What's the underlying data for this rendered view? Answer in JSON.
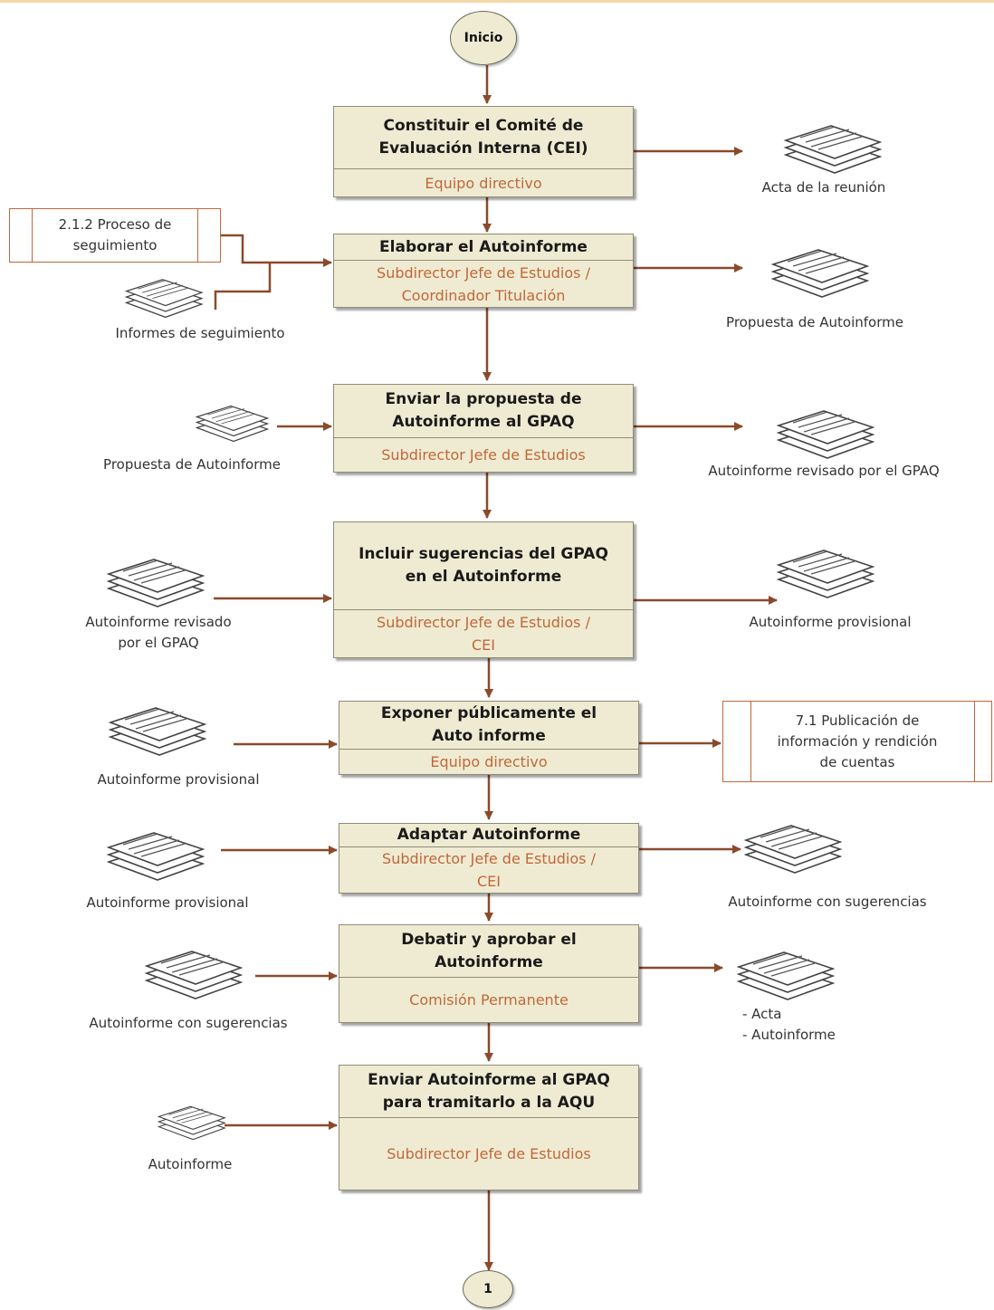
{
  "start": "Inicio",
  "end": "1",
  "steps": [
    {
      "title": "Constituir el Comité de\nEvaluación Interna (CEI)",
      "role": "Equipo directivo"
    },
    {
      "title": "Elaborar el Autoinforme",
      "role": "Subdirector Jefe de Estudios /\nCoordinador Titulación"
    },
    {
      "title": "Enviar la propuesta de\nAutoinforme al GPAQ",
      "role": "Subdirector Jefe de Estudios"
    },
    {
      "title": "Incluir sugerencias del GPAQ\nen el Autoinforme",
      "role": "Subdirector Jefe de Estudios /\nCEI"
    },
    {
      "title": "Exponer públicamente el\nAuto informe",
      "role": "Equipo directivo"
    },
    {
      "title": "Adaptar Autoinforme",
      "role": "Subdirector Jefe de Estudios /\nCEI"
    },
    {
      "title": "Debatir y aprobar el\nAutoinforme",
      "role": "Comisión Permanente"
    },
    {
      "title": "Enviar Autoinforme al GPAQ\npara tramitarlo a la AQU",
      "role": "Subdirector Jefe de Estudios"
    }
  ],
  "documents": [
    {
      "label": "Acta de la reunión"
    },
    {
      "label": "Informes de seguimiento"
    },
    {
      "label": "Propuesta de Autoinforme"
    },
    {
      "label": "Propuesta de Autoinforme"
    },
    {
      "label": "Autoinforme revisado por el GPAQ"
    },
    {
      "label": "Autoinforme revisado\npor el GPAQ"
    },
    {
      "label": "Autoinforme provisional"
    },
    {
      "label": "Autoinforme provisional"
    },
    {
      "label": "Autoinforme provisional"
    },
    {
      "label": "Autoinforme con sugerencias"
    },
    {
      "label": "Autoinforme con sugerencias"
    },
    {
      "label": "- Acta\n - Autoinforme"
    },
    {
      "label": "Autoinforme"
    }
  ],
  "processes": [
    {
      "label": "2.1.2 Proceso de\nseguimiento"
    },
    {
      "label": "7.1 Publicación de\ninformación y rendición\nde cuentas"
    }
  ],
  "colors": {
    "box_fill": "#efebd2",
    "role_text": "#c0683a",
    "arrow": "#8b4a2b"
  }
}
